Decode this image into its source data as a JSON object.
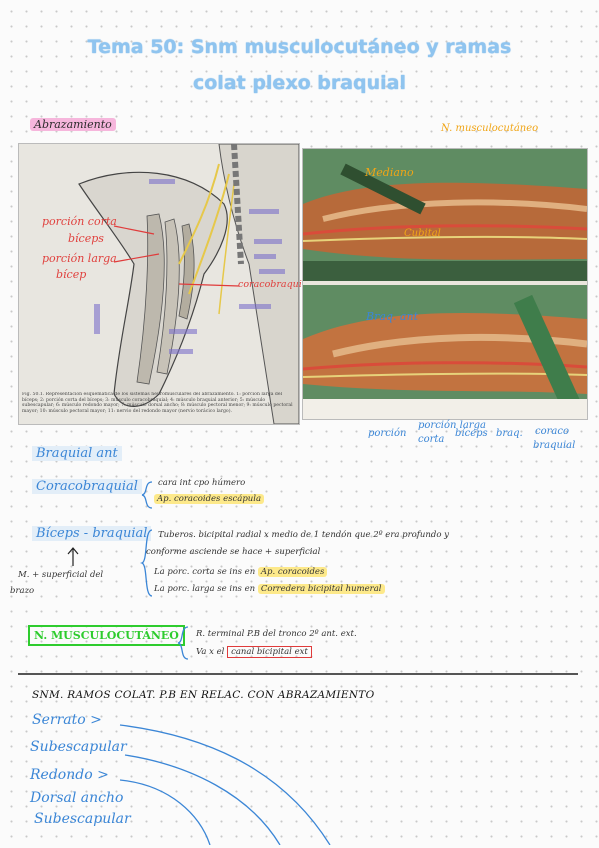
{
  "title": {
    "line1": "Tema 50: Snm musculocutáneo y ramas",
    "line2": "colat plexo braquial"
  },
  "section_abrazamiento": "Abrazamiento",
  "left_figure": {
    "red_label_1": "porción corta",
    "red_label_1b": "bíceps",
    "red_label_2": "porción larga",
    "red_label_2b": "bícep",
    "red_label_3": "coracobraquial",
    "caption": "Fig. 50.1. Representación esquemática de los sistemas neuromusculares del abrazamiento. 1: porción larga del bíceps; 2: porción corta del bíceps; 3: músculo coracobraquial; 4: músculo braquial anterior; 5: músculo subescapular; 6: músculo redondo mayor; 7: músculo dorsal ancho; 8: músculo pectoral menor; 9: músculo pectoral mayor; 10: músculo pectoral mayor; 11: nervio del redondo mayor (nervio torácico largo)."
  },
  "right_figure": {
    "label_musculocutaneo": "N. musculocutáneo",
    "label_mediano": "Mediano",
    "label_cubital": "Cubital",
    "label_braq_ant": "Braq. ant",
    "bottom_labels": [
      "porción",
      "porción larga",
      "corta",
      "bíceps",
      "braq.",
      "coraco",
      "braquial"
    ]
  },
  "section_braquial": "Braquial ant",
  "coracobraquial": {
    "label": "Coracobraquial",
    "line1": "cara int cpo húmero",
    "line2": "Ap. coracoides escápula"
  },
  "biceps": {
    "label": "Bíceps - braquial",
    "line1": "Tuberos. bicipital radial x medio de 1 tendón que 2º era profundo y",
    "line2": "conforme asciende se hace + superficial",
    "line3": "La porc. corta se ins en",
    "line3_hl": "Ap. coracoides",
    "line4": "La porc. larga se ins en",
    "line4_hl": "Corredera bicipital humeral"
  },
  "side_note": {
    "line1": "M. + superficial del",
    "line2": "brazo"
  },
  "musculocutaneo": {
    "label": "N. MUSCULOCUTÁNEO",
    "line1": "R. terminal P.B del tronco 2º ant. ext.",
    "line2": "Va x el",
    "line2_boxed": "canal bicipital ext"
  },
  "bottom_section": {
    "heading": "SNM. RAMOS COLAT. P.B EN RELAC. CON ABRAZAMIENTO",
    "items": [
      "Serrato >",
      "Subescapular",
      "Redondo >",
      "Dorsal ancho",
      "Subescapular"
    ]
  },
  "colors": {
    "title": "#8fc4ef",
    "accent_blue": "#3b86d6",
    "highlight_pink": "#f6b6dc",
    "highlight_yellow": "#fde98a",
    "green_box": "#2ecc2e",
    "red_box": "#e03b3b"
  }
}
